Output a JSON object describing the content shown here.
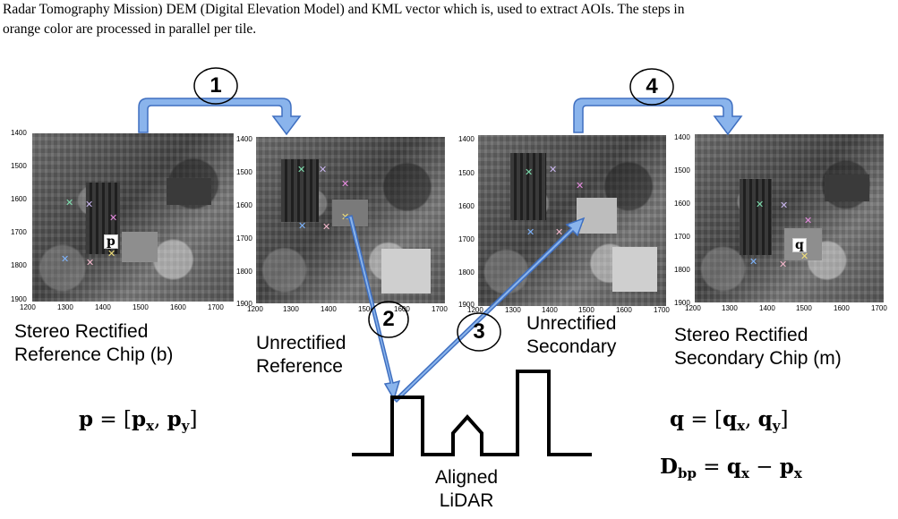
{
  "caption": {
    "line1": "Radar Tomography Mission) DEM (Digital Elevation Model) and KML vector which is, used to extract AOIs. The steps in",
    "line2": "orange color are processed in parallel per tile."
  },
  "steps": [
    "1",
    "2",
    "3",
    "4"
  ],
  "chips": [
    {
      "x_ticks": [
        "1200",
        "1300",
        "1400",
        "1500",
        "1600",
        "1700"
      ],
      "y_ticks": [
        "1400",
        "1500",
        "1600",
        "1700",
        "1800",
        "1900"
      ],
      "label_line1": "Stereo Rectified",
      "label_line2": "Reference Chip (b)",
      "point_label": "p"
    },
    {
      "x_ticks": [
        "1200",
        "1300",
        "1400",
        "1500",
        "1600",
        "1700"
      ],
      "y_ticks": [
        "1400",
        "1500",
        "1600",
        "1700",
        "1800",
        "1900"
      ],
      "label_line1": "Unrectified",
      "label_line2": "Reference"
    },
    {
      "x_ticks": [
        "1200",
        "1300",
        "1400",
        "1500",
        "1600",
        "1700"
      ],
      "y_ticks": [
        "1400",
        "1500",
        "1600",
        "1700",
        "1800",
        "1900"
      ],
      "label_line1": "Unrectified",
      "label_line2": "Secondary"
    },
    {
      "x_ticks": [
        "1200",
        "1300",
        "1400",
        "1500",
        "1600",
        "1700"
      ],
      "y_ticks": [
        "1400",
        "1500",
        "1600",
        "1700",
        "1800",
        "1900"
      ],
      "label_line1": "Stereo Rectified",
      "label_line2": "Secondary Chip (m)",
      "point_label": "q"
    }
  ],
  "lidar": {
    "label_line1": "Aligned",
    "label_line2": "LiDAR"
  },
  "formulas": {
    "p_lhs": "p",
    "p_x": "x",
    "p_y": "y",
    "q_lhs": "q",
    "q_x": "x",
    "q_y": "y",
    "D": "D",
    "D_sub": "bp"
  },
  "colors": {
    "arrow_fill": "#8ab4ec",
    "arrow_stroke": "#3f6fc0",
    "marker_green": "#7fe0b0",
    "marker_violet": "#c9b6ee",
    "marker_pink": "#e78be0",
    "marker_blue": "#7fb5ff",
    "marker_yellow": "#f2e07a",
    "marker_rose": "#f4b8cc"
  }
}
